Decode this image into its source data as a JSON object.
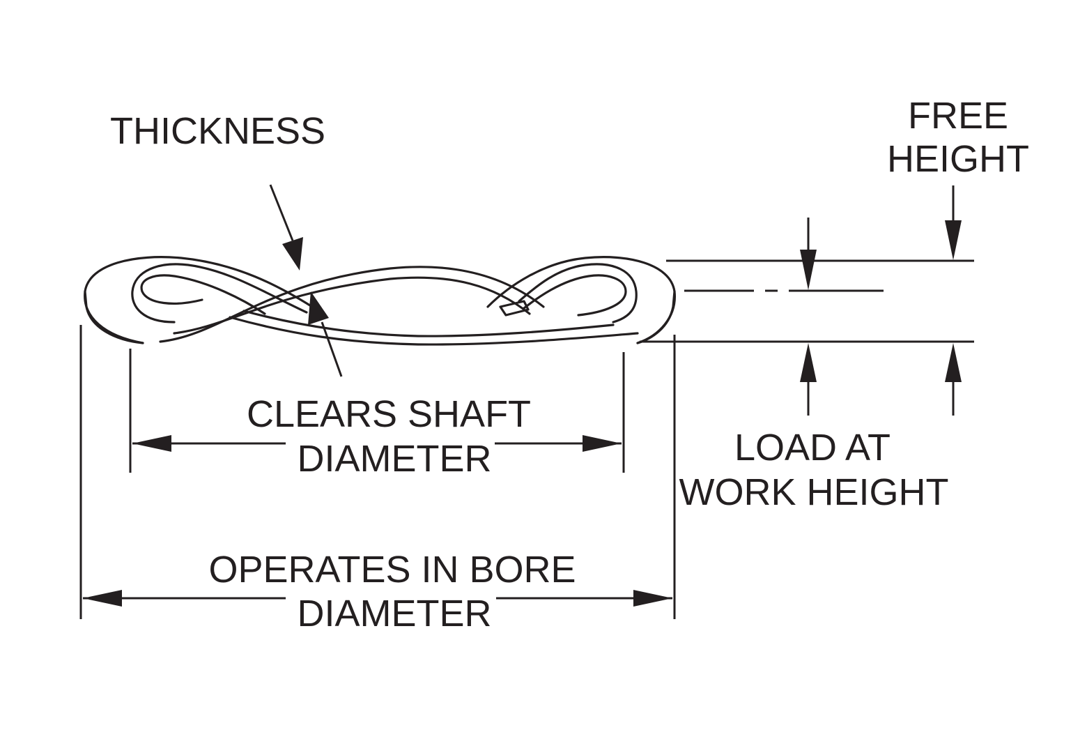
{
  "labels": {
    "thickness": "THICKNESS",
    "free_height_line1": "FREE",
    "free_height_line2": "HEIGHT",
    "shaft_line1": "CLEARS SHAFT",
    "shaft_line2": "DIAMETER",
    "load_line1": "LOAD AT",
    "load_line2": "WORK HEIGHT",
    "bore_line1": "OPERATES IN BORE",
    "bore_line2": "DIAMETER"
  },
  "colors": {
    "ink": "#231f20",
    "background": "#ffffff"
  }
}
